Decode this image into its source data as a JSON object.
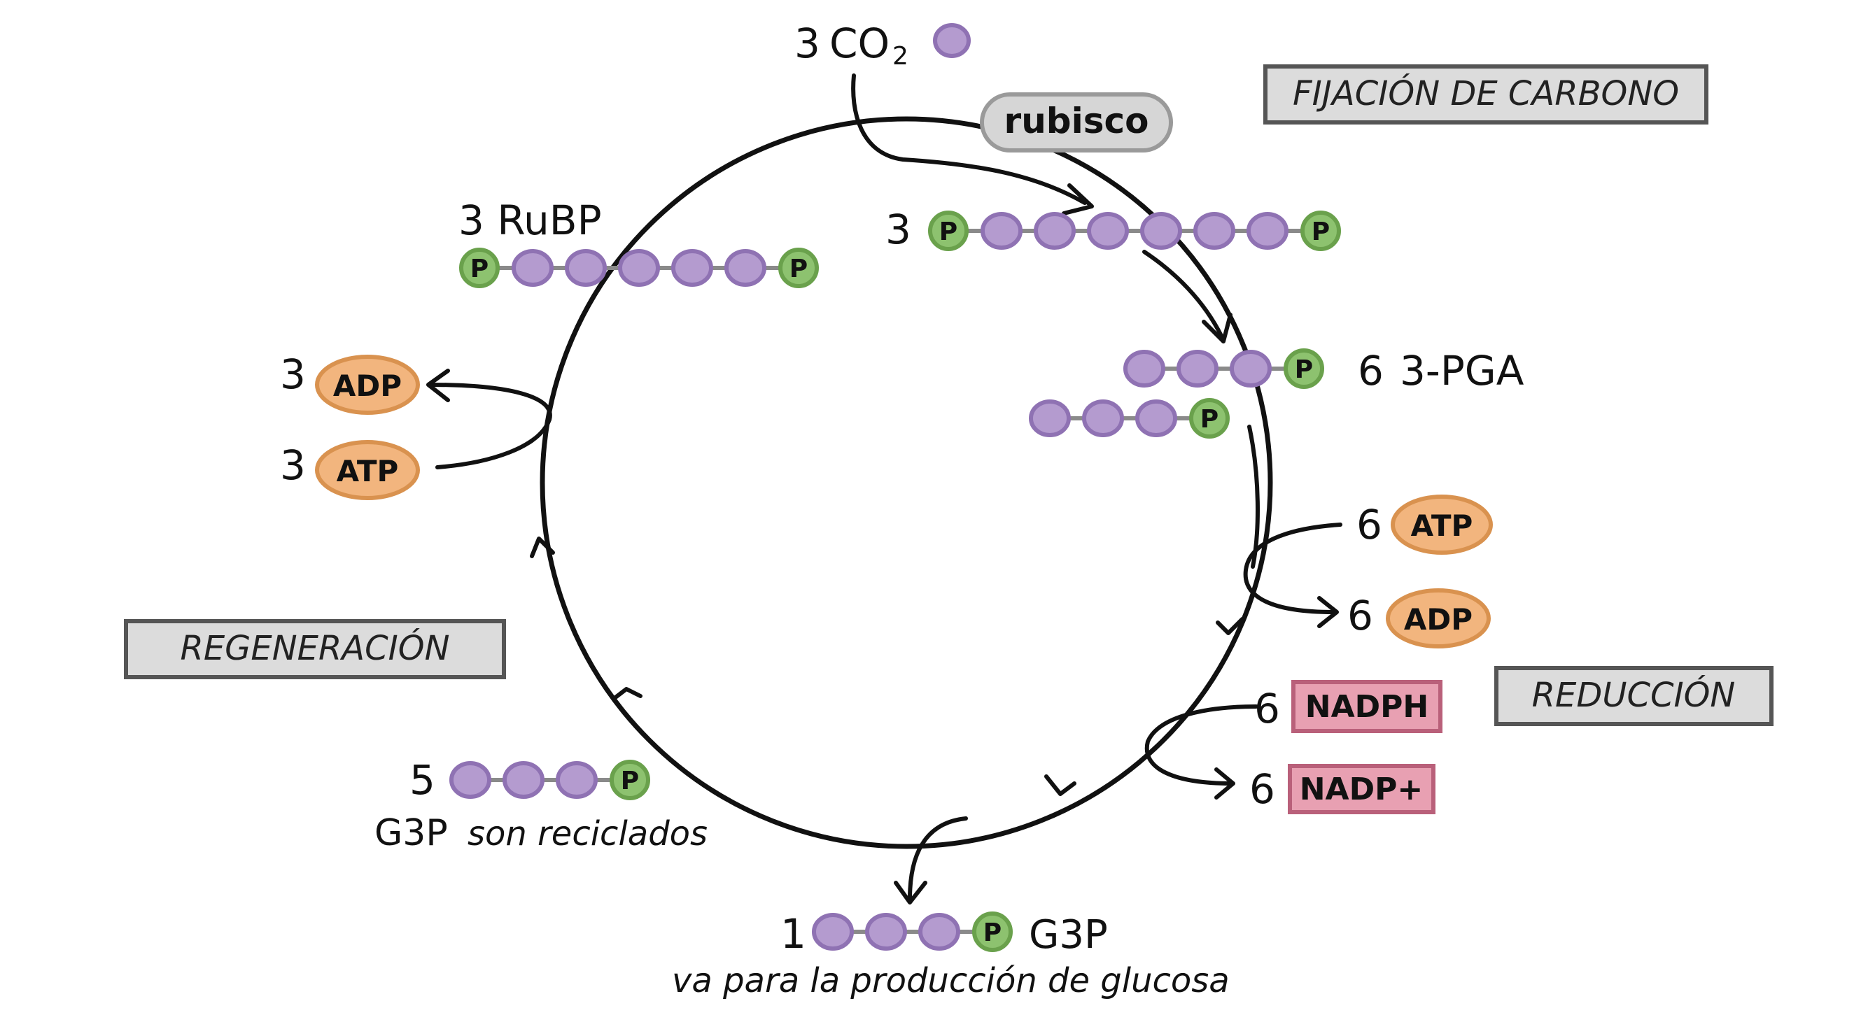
{
  "stages": {
    "fixation": "FIJACIÓN DE CARBONO",
    "reduction": "REDUCCIÓN",
    "regeneration": "REGENERACIÓN"
  },
  "co2": {
    "count": "3",
    "label": "CO",
    "subscript": "2"
  },
  "enzyme": "rubisco",
  "rubp": {
    "label": "3 RuBP"
  },
  "intermediate": {
    "count": "3"
  },
  "pga": {
    "count": "6",
    "label": "3-PGA"
  },
  "atp_adp_reduction": {
    "atp_count": "6",
    "atp_label": "ATP",
    "adp_count": "6",
    "adp_label": "ADP"
  },
  "nadph": {
    "nadph_count": "6",
    "nadph_label": "NADPH",
    "nadp_count": "6",
    "nadp_label": "NADP+"
  },
  "atp_adp_regeneration": {
    "adp_count": "3",
    "adp_label": "ADP",
    "atp_count": "3",
    "atp_label": "ATP"
  },
  "g3p_recycled": {
    "count": "5",
    "label": "G3P",
    "note": "son reciclados"
  },
  "g3p_output": {
    "count": "1",
    "label": "G3P",
    "note": "va para la  producción de glucosa"
  },
  "phosphate": "P",
  "colors": {
    "carbon": "#b49bcf",
    "carbon_stroke": "#8f72b3",
    "phosphate": "#8dc26f",
    "phosphate_stroke": "#6aa14c",
    "energy": "#f2b57e",
    "energy_stroke": "#d9924f",
    "nadph": "#e8a0b2",
    "nadph_stroke": "#b9607a",
    "box": "#dcdcdc",
    "box_stroke": "#555555"
  }
}
